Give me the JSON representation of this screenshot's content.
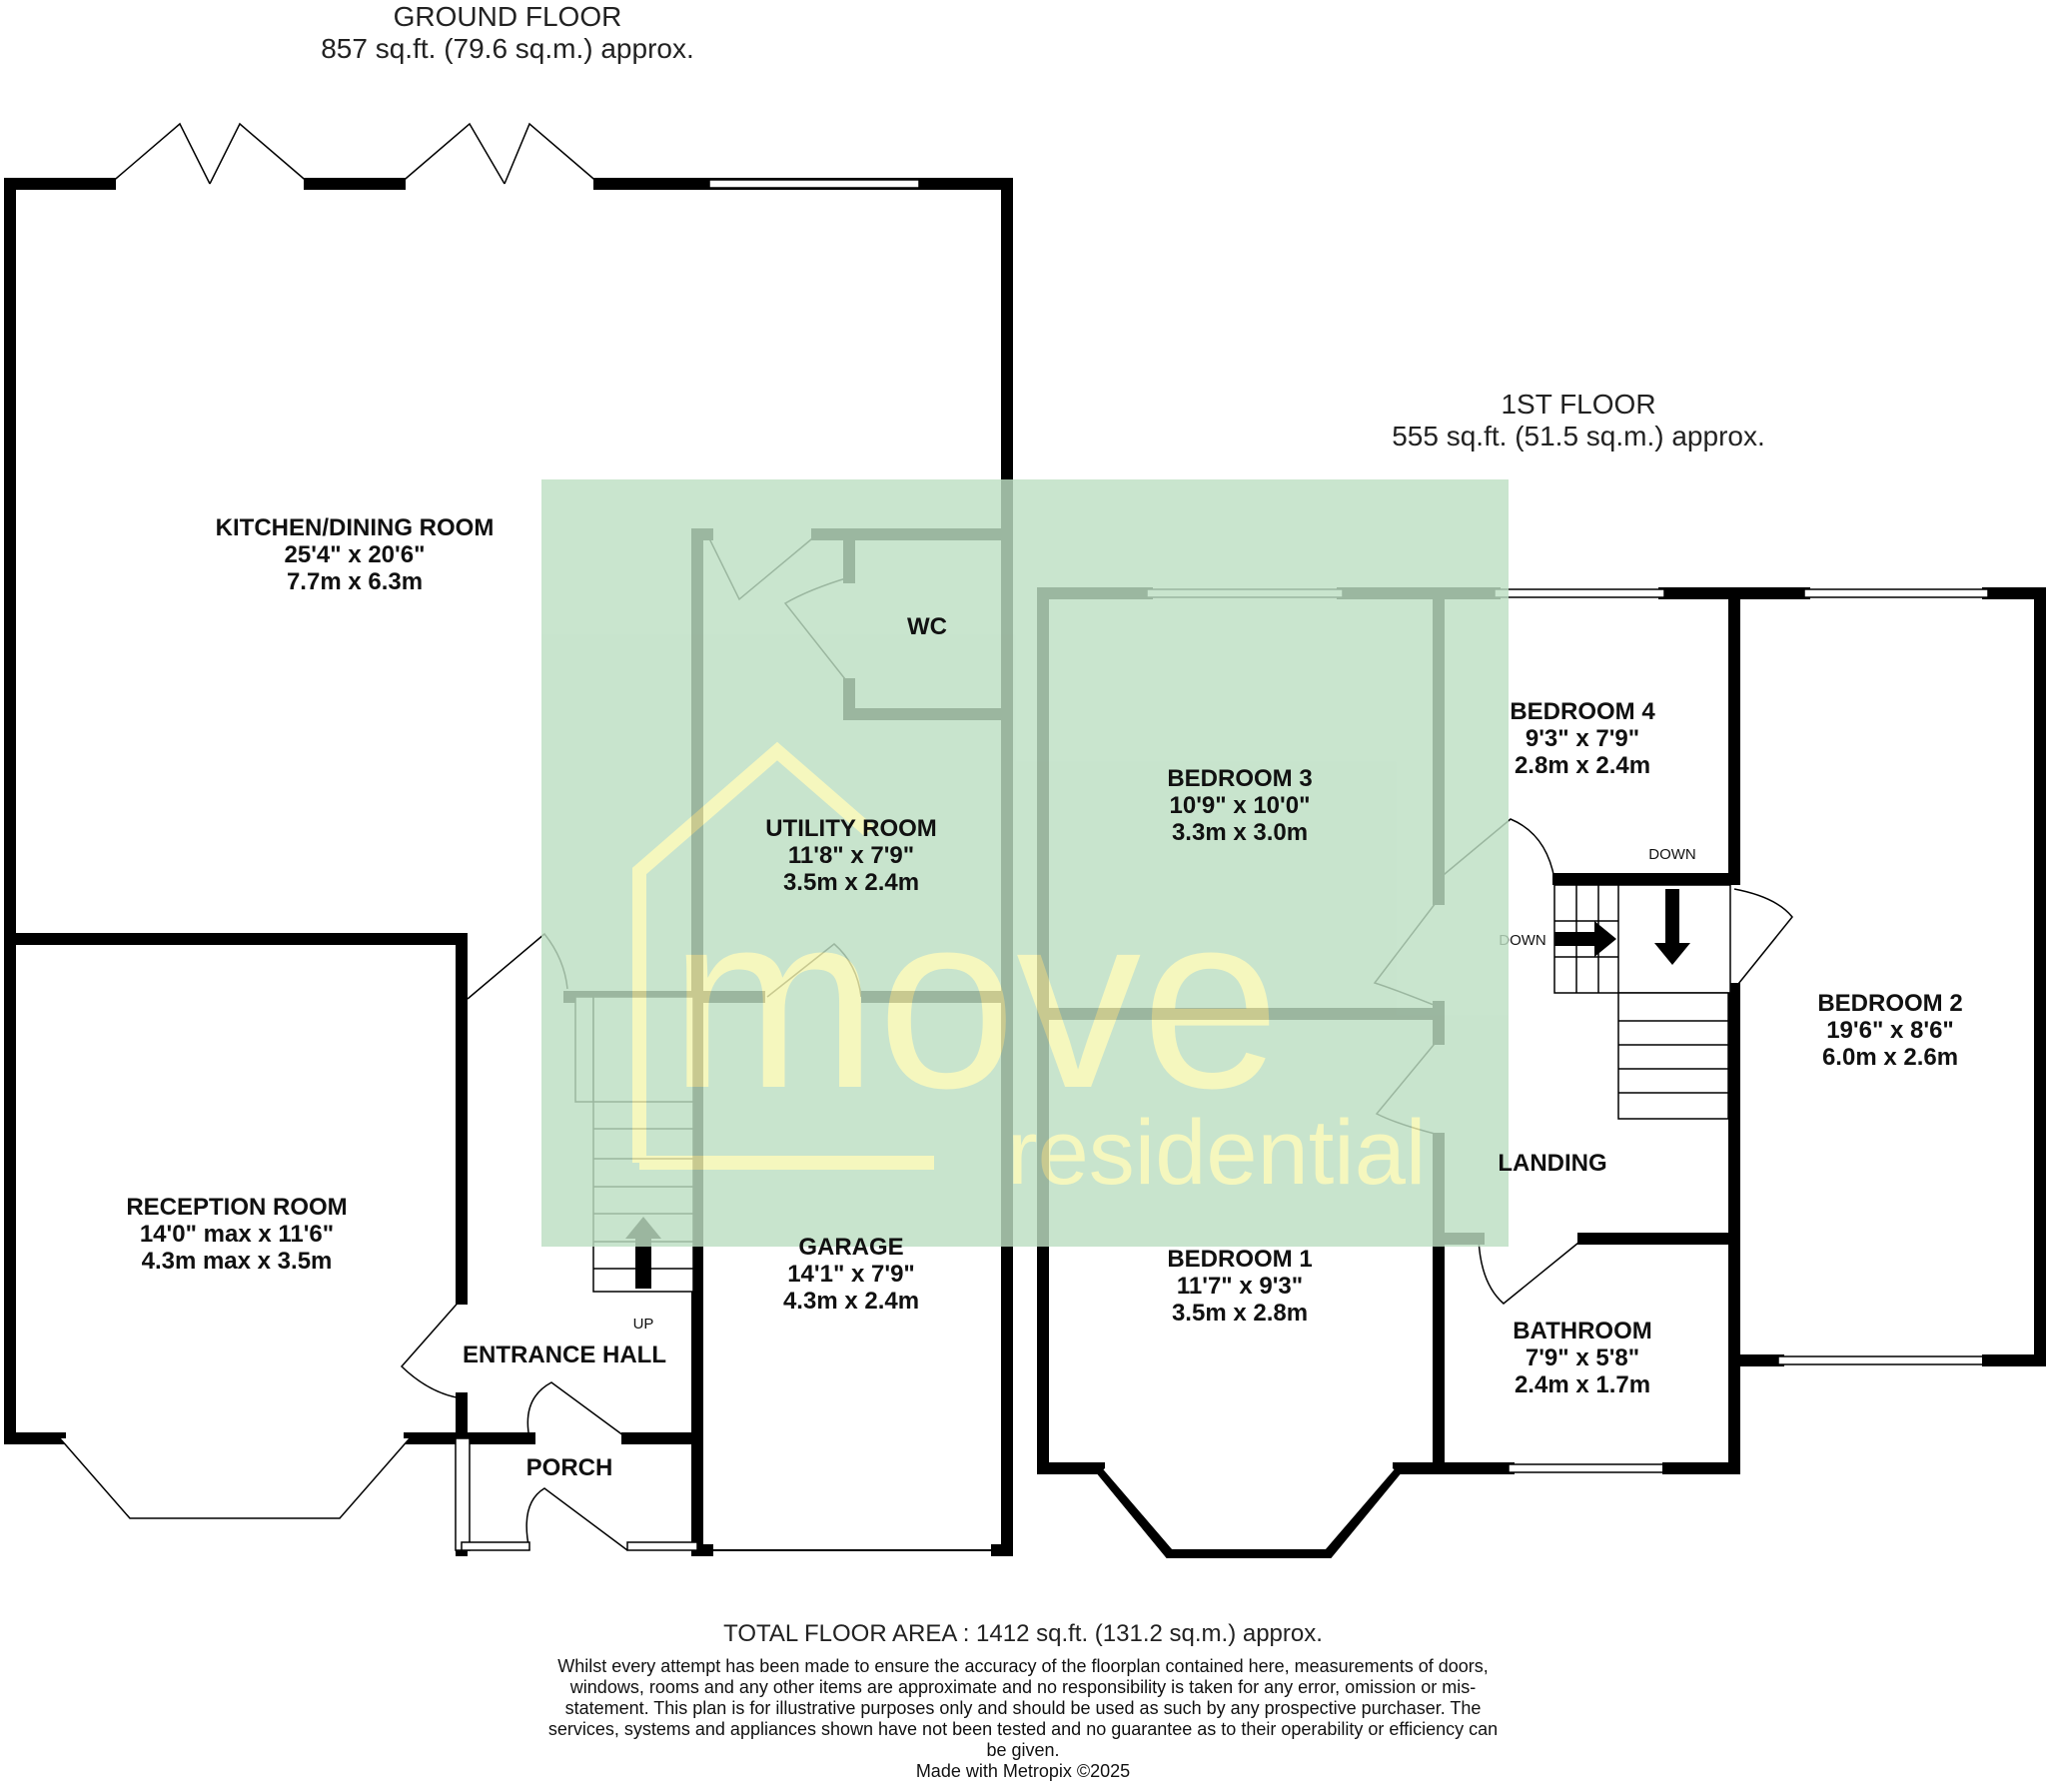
{
  "ground_floor": {
    "title": "GROUND FLOOR",
    "area": "857 sq.ft. (79.6 sq.m.) approx."
  },
  "first_floor": {
    "title": "1ST FLOOR",
    "area": "555 sq.ft. (51.5 sq.m.) approx."
  },
  "rooms": {
    "kitchen": {
      "name": "KITCHEN/DINING ROOM",
      "imperial": "25'4\"  x 20'6\"",
      "metric": "7.7m  x 6.3m"
    },
    "reception": {
      "name": "RECEPTION ROOM",
      "imperial": "14'0\" max x 11'6\"",
      "metric": "4.3m max x 3.5m"
    },
    "utility": {
      "name": "UTILITY ROOM",
      "imperial": "11'8\"  x 7'9\"",
      "metric": "3.5m  x 2.4m"
    },
    "wc": {
      "name": "WC"
    },
    "garage": {
      "name": "GARAGE",
      "imperial": "14'1\"  x 7'9\"",
      "metric": "4.3m  x 2.4m"
    },
    "entrance_hall": {
      "name": "ENTRANCE HALL"
    },
    "porch": {
      "name": "PORCH"
    },
    "bedroom3": {
      "name": "BEDROOM 3",
      "imperial": "10'9\"  x 10'0\"",
      "metric": "3.3m  x 3.0m"
    },
    "bedroom4": {
      "name": "BEDROOM 4",
      "imperial": "9'3\"  x 7'9\"",
      "metric": "2.8m  x 2.4m"
    },
    "bedroom2": {
      "name": "BEDROOM 2",
      "imperial": "19'6\"  x 8'6\"",
      "metric": "6.0m  x 2.6m"
    },
    "bedroom1": {
      "name": "BEDROOM 1",
      "imperial": "11'7\"  x 9'3\"",
      "metric": "3.5m  x 2.8m"
    },
    "bathroom": {
      "name": "BATHROOM",
      "imperial": "7'9\"  x 5'8\"",
      "metric": "2.4m  x 1.7m"
    },
    "landing": {
      "name": "LANDING"
    }
  },
  "stair_labels": {
    "up": "UP",
    "down_1": "DOWN",
    "down_2": "DOWN"
  },
  "watermark": {
    "word": "move",
    "sub": "residential",
    "bg_color": "#bddfc3",
    "text_color": "#f4f6b0"
  },
  "footer": {
    "total_area": "TOTAL FLOOR AREA : 1412 sq.ft. (131.2 sq.m.) approx.",
    "disclaimer": "Whilst every attempt has been made to ensure the accuracy of the floorplan contained here, measurements of doors, windows, rooms and any other items are approximate and no responsibility is taken for any error, omission or mis-statement. This plan is for illustrative purposes only and should be used as such by any prospective purchaser. The services, systems and appliances shown have not been tested and no guarantee as to their operability or efficiency can be given.",
    "made_with": "Made with Metropix ©2025"
  }
}
